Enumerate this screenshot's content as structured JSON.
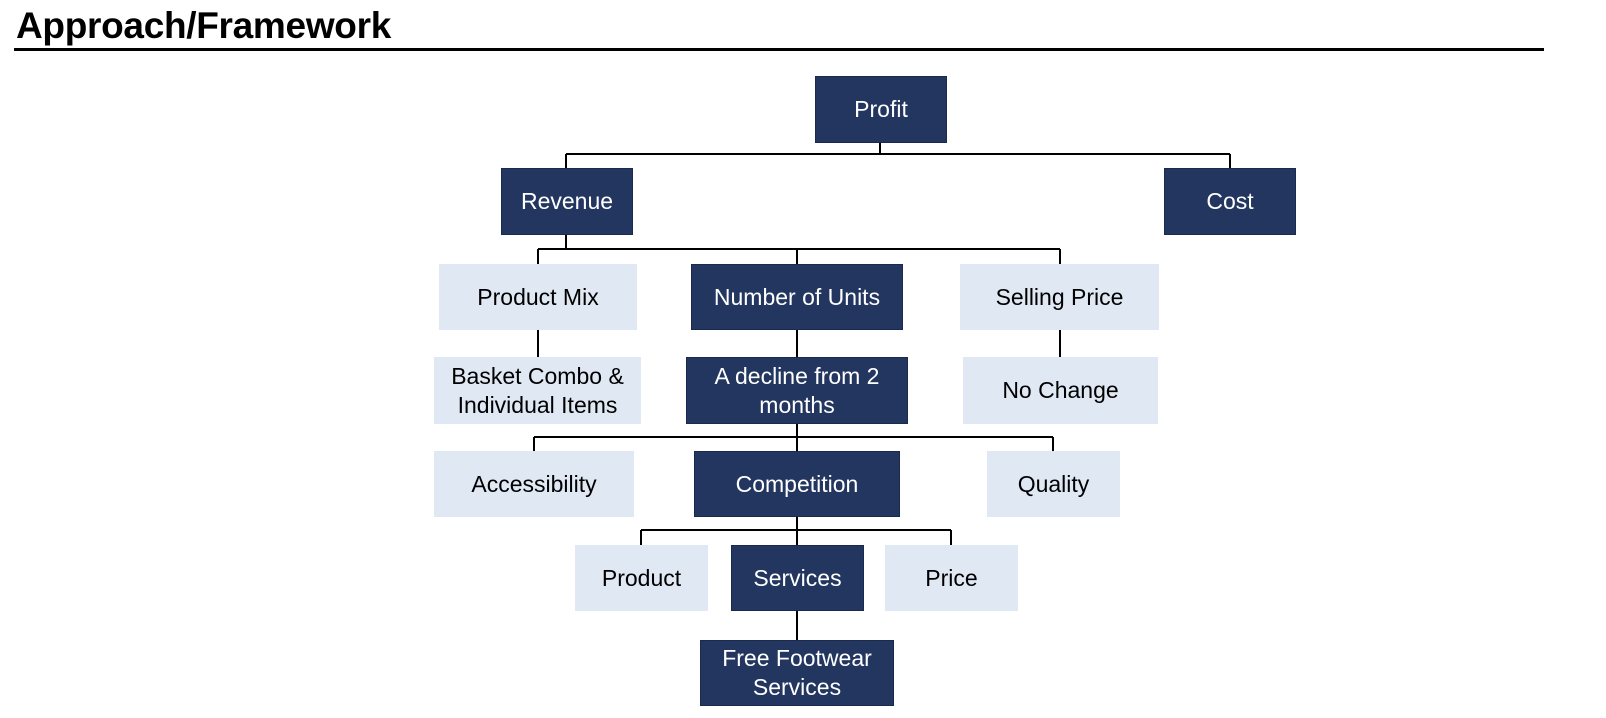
{
  "page": {
    "title": "Approach/Framework"
  },
  "colors": {
    "dark_node": "#233660",
    "light_node": "#dfe8f3",
    "connector": "#000000"
  },
  "tree": {
    "profit": "Profit",
    "revenue": "Revenue",
    "cost": "Cost",
    "product_mix": "Product Mix",
    "number_of_units": "Number of Units",
    "selling_price": "Selling Price",
    "basket_combo": "Basket Combo & Individual Items",
    "decline": "A decline from 2 months",
    "no_change": "No Change",
    "accessibility": "Accessibility",
    "competition": "Competition",
    "quality": "Quality",
    "product": "Product",
    "services": "Services",
    "price": "Price",
    "free_footwear": "Free Footwear Services"
  }
}
